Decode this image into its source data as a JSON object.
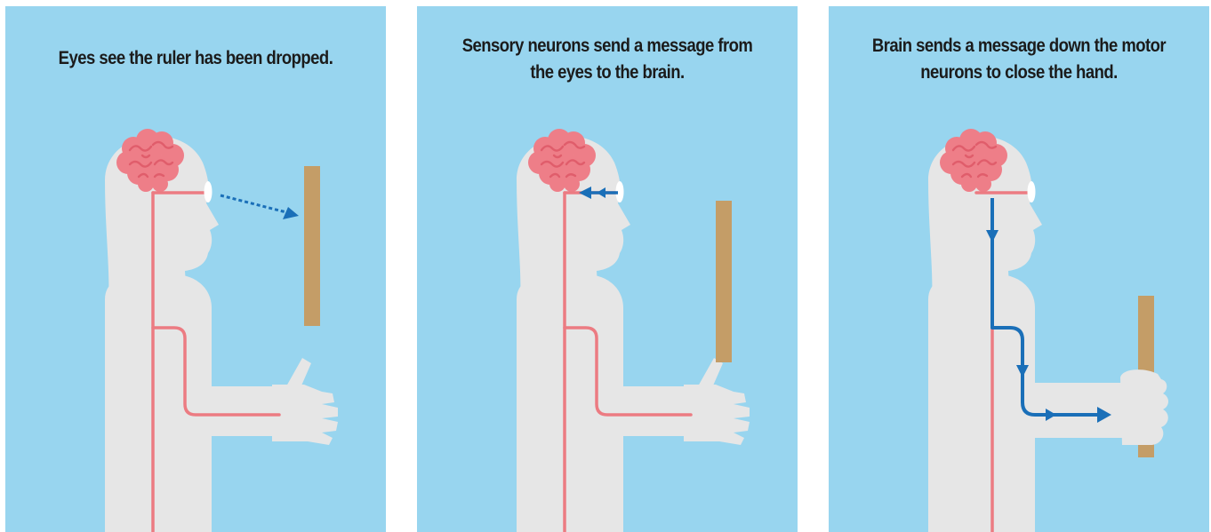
{
  "colors": {
    "background": "#ffffff",
    "panel": "#98d5ef",
    "body": "#e6e6e6",
    "brain": "#ee7e88",
    "brain_outline": "#e05d6b",
    "nerve": "#ec7b82",
    "signal": "#1a6fb8",
    "ruler": "#c49d67",
    "caption_text": "#1b1b1b"
  },
  "panels": [
    {
      "caption": "Eyes see the ruler has been dropped.",
      "brain_icon": "brain-icon",
      "signal": "eye-to-ruler-dotted-arrow",
      "ruler_state": "falling"
    },
    {
      "caption": "Sensory neurons send a message from the eyes to the brain.",
      "brain_icon": "brain-icon",
      "signal": "eye-to-brain-arrow",
      "ruler_state": "falling"
    },
    {
      "caption": "Brain sends a message down the motor neurons to close the hand.",
      "brain_icon": "brain-icon",
      "signal": "brain-to-hand-arrow",
      "ruler_state": "caught"
    }
  ]
}
